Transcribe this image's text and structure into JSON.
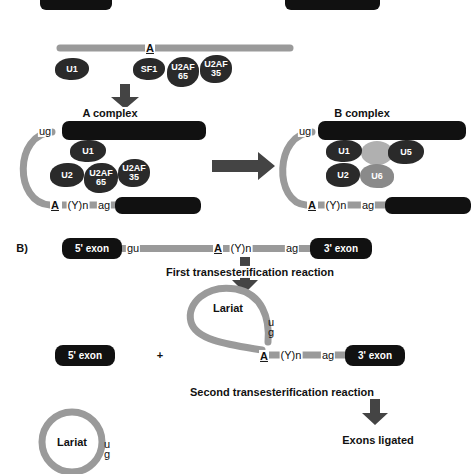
{
  "diagram": {
    "nodes": [
      {
        "text": [
          "U1"
        ]
      },
      {
        "text": [
          "SF1"
        ]
      },
      {
        "text": [
          "U2AF 65"
        ]
      },
      {
        "text": [
          "U2AF 35"
        ]
      },
      {
        "text": [
          "U1"
        ]
      },
      {
        "text": [
          "U2"
        ]
      },
      {
        "text": [
          "U2AF 65"
        ]
      },
      {
        "text": [
          "U2AF 35"
        ]
      },
      {
        "text": [
          "U1"
        ]
      },
      {
        "text": [
          "U5"
        ]
      },
      {
        "text": [
          "U2"
        ]
      },
      {
        "text": [
          "U6"
        ]
      },
      {
        "text": [
          "5' exon"
        ]
      },
      {
        "text": [
          "3' exon"
        ]
      },
      {
        "text": [
          "5' exon"
        ]
      },
      {
        "text": [
          "3' exon"
        ]
      }
    ],
    "edges": [
      {
        "from": 12,
        "to": 13,
        "arrow": "none"
      }
    ],
    "labels": [
      "A",
      "A complex",
      "ug",
      "A",
      "(Y)n",
      "ag",
      "B complex",
      "ug",
      "A",
      "(Y)n",
      "ag",
      "B)",
      "gu",
      "A",
      "(Y)n",
      "ag",
      "First transesterification reaction",
      "+",
      "Lariat",
      "ug",
      "A",
      "(Y)n",
      "ag",
      "Second transesterification reaction",
      "Lariat",
      "ug",
      "Exons ligated"
    ]
  }
}
